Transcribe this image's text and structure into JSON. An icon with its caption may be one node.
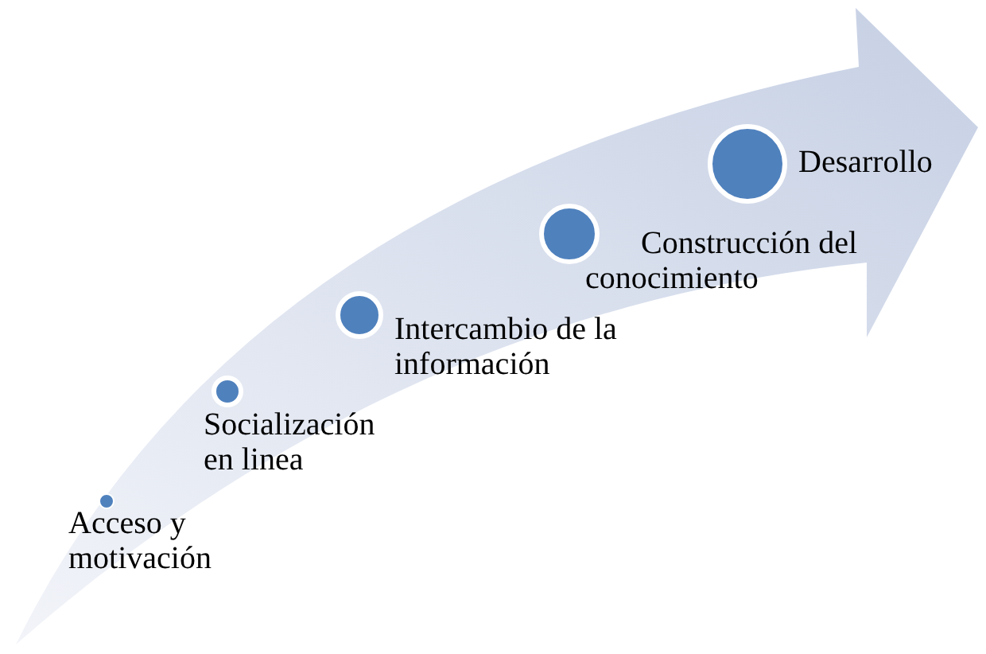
{
  "diagram": {
    "nodes": [
      {
        "text": [],
        "shape": "circle",
        "beside": [
          "Acceso y motivación"
        ]
      },
      {
        "text": [],
        "shape": "circle",
        "beside": [
          "Socialización en linea"
        ]
      },
      {
        "text": [],
        "shape": "circle",
        "beside": [
          "Intercambio de la información"
        ]
      },
      {
        "text": [],
        "shape": "circle",
        "beside": [
          "Construcción del conocimiento"
        ]
      },
      {
        "text": [],
        "shape": "circle",
        "beside": [
          "Desarrollo"
        ]
      }
    ]
  }
}
